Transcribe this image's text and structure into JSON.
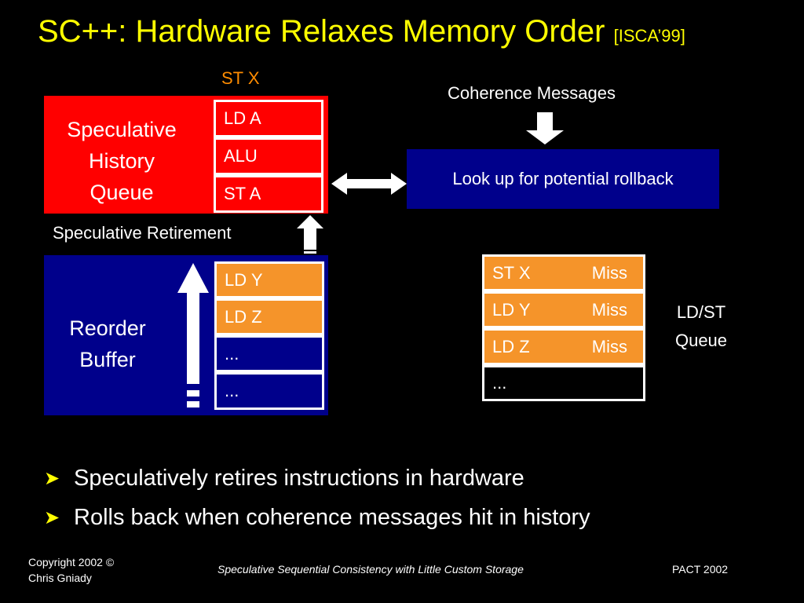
{
  "slide": {
    "title": "SC++: Hardware Relaxes Memory Order",
    "title_ref": "[ISCA’99]",
    "st_x_label": "ST X",
    "coherence_label": "Coherence Messages",
    "lookup_label": "Look up for potential rollback",
    "shq": {
      "label_lines": [
        "Speculative",
        "History",
        "Queue"
      ],
      "entries": [
        "LD A",
        "ALU",
        "ST A"
      ]
    },
    "speculative_retirement": "Speculative Retirement",
    "rob": {
      "label_lines": [
        "Reorder",
        "Buffer"
      ],
      "entries": [
        "LD Y",
        "LD Z",
        "...",
        "..."
      ]
    },
    "ldst_queue": {
      "label_lines": [
        "LD/ST",
        "Queue"
      ],
      "rows": [
        {
          "op": "ST X",
          "status": "Miss"
        },
        {
          "op": "LD Y",
          "status": "Miss"
        },
        {
          "op": "LD Z",
          "status": "Miss"
        },
        {
          "op": "...",
          "status": ""
        }
      ]
    },
    "bullets": [
      "Speculatively retires instructions in hardware",
      "Rolls back when coherence messages hit in history"
    ],
    "footer": {
      "copyright_line1": "Copyright 2002 ©",
      "copyright_line2": "Chris Gniady",
      "center": "Speculative Sequential Consistency with Little Custom Storage",
      "right": "PACT 2002"
    },
    "colors": {
      "title": "#ffff00",
      "shq": "#ff0000",
      "rob": "#00008b",
      "entry_orange": "#f5942a",
      "st_x": "#ff8c00"
    }
  }
}
